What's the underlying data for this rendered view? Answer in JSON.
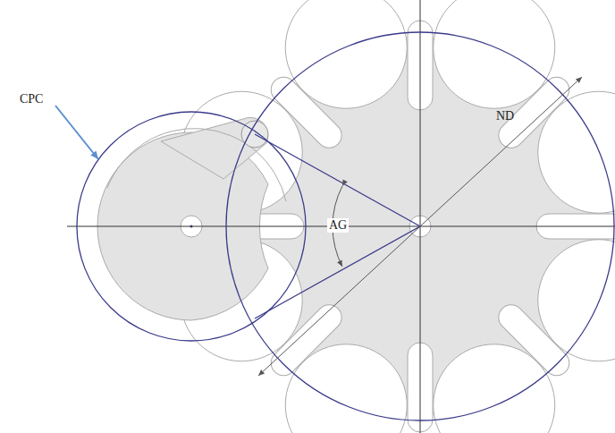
{
  "diagram": {
    "labels": [
      "CPC",
      "ND",
      "AG"
    ]
  }
}
